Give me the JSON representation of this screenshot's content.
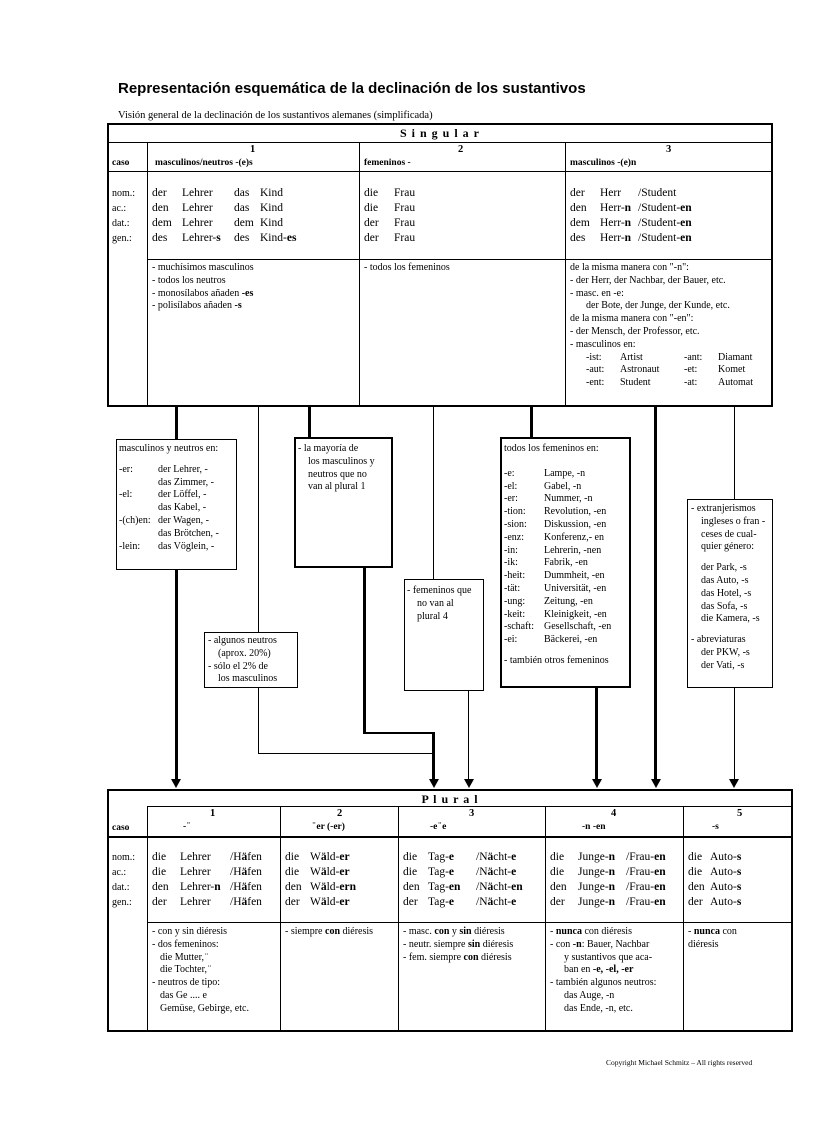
{
  "title": "Representación esquemática de la declinación de los sustantivos",
  "subtitle": "Visión general de la declinación de los sustantivos alemanes (simplificada)",
  "singular": {
    "header": "S i n g u l a r",
    "caso": "caso",
    "cols": [
      {
        "num": "1",
        "label": "masculinos/neutros   -(e)s"
      },
      {
        "num": "2",
        "label": "femeninos  -"
      },
      {
        "num": "3",
        "label": "masculinos   -(e)n"
      }
    ],
    "cases": [
      "nom.:",
      "ac.:",
      "dat.:",
      "gen.:"
    ],
    "col1_rows": [
      [
        "der",
        "Lehrer",
        "",
        "das",
        "Kind",
        ""
      ],
      [
        "den",
        "Lehrer",
        "",
        "das",
        "Kind",
        ""
      ],
      [
        "dem",
        "Lehrer",
        "",
        "dem",
        "Kind",
        ""
      ],
      [
        "des",
        "Lehrer-",
        "s",
        "des",
        "Kind-",
        "es"
      ]
    ],
    "col2_rows": [
      [
        "die",
        "Frau"
      ],
      [
        "die",
        "Frau"
      ],
      [
        "der",
        "Frau"
      ],
      [
        "der",
        "Frau"
      ]
    ],
    "col3_rows": [
      [
        "der",
        "Herr",
        "",
        "/Student",
        ""
      ],
      [
        "den",
        "Herr-",
        "n",
        "/Student-",
        "en"
      ],
      [
        "dem",
        "Herr-",
        "n",
        "/Student-",
        "en"
      ],
      [
        "des",
        "Herr-",
        "n",
        "/Student-",
        "en"
      ]
    ],
    "notes1": [
      "- muchísimos masculinos",
      "- todos los neutros",
      "- monosílabos añaden ",
      "-es",
      "- polisílabos añaden ",
      "-s"
    ],
    "notes2": "- todos los femeninos",
    "notes3_lines": [
      "de la misma manera con \"-n\":",
      "-    der Herr, der Nachbar, der Bauer, etc.",
      "-    masc. en -e:",
      "der Bote, der Junge, der Kunde, etc.",
      "de la misma manera con \"-en\":",
      "-    der Mensch,  der Professor, etc.",
      "-    masculinos en:"
    ],
    "notes3_table": [
      [
        "-ist:",
        "Artist",
        "-ant:",
        "Diamant"
      ],
      [
        "-aut:",
        "Astronaut",
        "-et:",
        "Komet"
      ],
      [
        "-ent:",
        "Student",
        "-at:",
        "Automat"
      ]
    ]
  },
  "box_a": {
    "head": "masculinos y neutros en:",
    "rows": [
      [
        "-er:",
        "der Lehrer, -"
      ],
      [
        "",
        "das Zimmer, -"
      ],
      [
        "-el:",
        "der Löffel, -"
      ],
      [
        "",
        "das Kabel, -"
      ],
      [
        "-(ch)en:",
        "der Wagen, -"
      ],
      [
        "",
        "das Brötchen, -"
      ],
      [
        "-lein:",
        "das Vöglein, -"
      ]
    ]
  },
  "box_b": [
    "-   algunos neutros",
    "(aprox. 20%)",
    "-   sólo el 2% de",
    "los masculinos"
  ],
  "box_c": [
    "-    la mayoría de",
    "los masculinos y",
    "neutros que no",
    "van al plural  1"
  ],
  "box_d": [
    "-    femeninos que",
    "no van al",
    "plural  4"
  ],
  "box_e": {
    "head": "todos los femeninos en:",
    "rows": [
      [
        "-e:",
        "Lampe, -n"
      ],
      [
        "-el:",
        "Gabel, -n"
      ],
      [
        "-er:",
        "Nummer, -n"
      ],
      [
        "-tion:",
        "Revolution, -en"
      ],
      [
        "-sion:",
        "Diskussion, -en"
      ],
      [
        "-enz:",
        "Konferenz,- en"
      ],
      [
        "-in:",
        "Lehrerin, -nen"
      ],
      [
        "-ik:",
        "Fabrik, -en"
      ],
      [
        "-heit:",
        "Dummheit, -en"
      ],
      [
        "-tät:",
        "Universität, -en"
      ],
      [
        "-ung:",
        "Zeitung, -en"
      ],
      [
        "-keit:",
        "Kleinigkeit, -en"
      ],
      [
        "-schaft:",
        "Gesellschaft, -en"
      ],
      [
        "-ei:",
        "Bäckerei, -en"
      ]
    ],
    "foot": "-   también  otros femeninos"
  },
  "box_f": [
    "-   extranjerismos",
    "ingleses o fran -",
    "ceses de cual-",
    "quier género:",
    "",
    "der Park, -s",
    "das Auto, -s",
    "das Hotel, -s",
    "das Sofa, -s",
    "die Kamera, -s",
    "",
    "-   abreviaturas",
    "der PKW, -s",
    "der Vati, -s"
  ],
  "plural": {
    "header": "P l u r a l",
    "caso": "caso",
    "cols": [
      {
        "num": "1",
        "ending": "-              ̈"
      },
      {
        "num": "2",
        "ending": "̈ er  (-er)"
      },
      {
        "num": "3",
        "ending": "-e              ̈ e"
      },
      {
        "num": "4",
        "ending": "-n           -en"
      },
      {
        "num": "5",
        "ending": "-s"
      }
    ],
    "cases": [
      "nom.:",
      "ac.:",
      "dat.:",
      "gen.:"
    ],
    "col1_rows": [
      [
        "die",
        "Lehrer",
        "",
        "/H",
        "ä",
        "fen"
      ],
      [
        "die",
        "Lehrer",
        "",
        "/H",
        "ä",
        "fen"
      ],
      [
        "den",
        "Lehrer-",
        "n",
        "/H",
        "ä",
        "fen"
      ],
      [
        "der",
        "Lehrer",
        "",
        "/H",
        "ä",
        "fen"
      ]
    ],
    "col2_rows": [
      [
        "die",
        "W",
        "ä",
        "ld-",
        "er"
      ],
      [
        "die",
        "W",
        "ä",
        "ld-",
        "er"
      ],
      [
        "den",
        "W",
        "ä",
        "ld-",
        "ern"
      ],
      [
        "der",
        "W",
        "ä",
        "ld-",
        "er"
      ]
    ],
    "col3_rows": [
      [
        "die",
        "Tag-",
        "e",
        "/N",
        "ä",
        "cht-",
        "e"
      ],
      [
        "die",
        "Tag-",
        "e",
        "/N",
        "ä",
        "cht-",
        "e"
      ],
      [
        "den",
        "Tag-",
        "en",
        "/N",
        "ä",
        "cht-",
        "en"
      ],
      [
        "der",
        "Tag-",
        "e",
        "/N",
        "ä",
        "cht-",
        "e"
      ]
    ],
    "col4_rows": [
      [
        "die",
        "Junge-",
        "n",
        "/Frau-",
        "en"
      ],
      [
        "die",
        "Junge-",
        "n",
        "/Frau-",
        "en"
      ],
      [
        "den",
        "Junge-",
        "n",
        "/Frau-",
        "en"
      ],
      [
        "der",
        "Junge-",
        "n",
        "/Frau-",
        "en"
      ]
    ],
    "col5_rows": [
      [
        "die",
        "Auto-",
        "s"
      ],
      [
        "die",
        "Auto-",
        "s"
      ],
      [
        "den",
        "Auto-",
        "s"
      ],
      [
        "der",
        "Auto-",
        "s"
      ]
    ],
    "notes1": [
      "- con y sin diéresis",
      "- dos femeninos:",
      "die Mutter, ̈",
      "die Tochter, ̈",
      "- neutros de tipo:",
      "das Ge .... e",
      "Gemüse, Gebirge, etc."
    ],
    "notes2": [
      "-    siempre ",
      "con",
      " diéresis"
    ],
    "notes3": [
      [
        "-   masc. ",
        "con",
        " y ",
        "sin",
        " diéresis"
      ],
      [
        "-   neutr. siempre ",
        "sin",
        " diéresis"
      ],
      [
        "-   fem. siempre ",
        "con",
        " diéresis"
      ]
    ],
    "notes4": [
      "-   ",
      "nunca",
      " con  diéresis",
      "-   con ",
      "-n",
      ": Bauer, Nachbar",
      "y sustantivos que aca-",
      "ban en ",
      "-e, -el, -er",
      "-    también algunos neutros:",
      "das Auge, -n",
      "das Ende, -n, etc."
    ],
    "notes5": [
      "-   ",
      "nunca",
      " con",
      "diéresis"
    ]
  },
  "copyright": "Copyright  Michael Schmitz – All rights reserved"
}
